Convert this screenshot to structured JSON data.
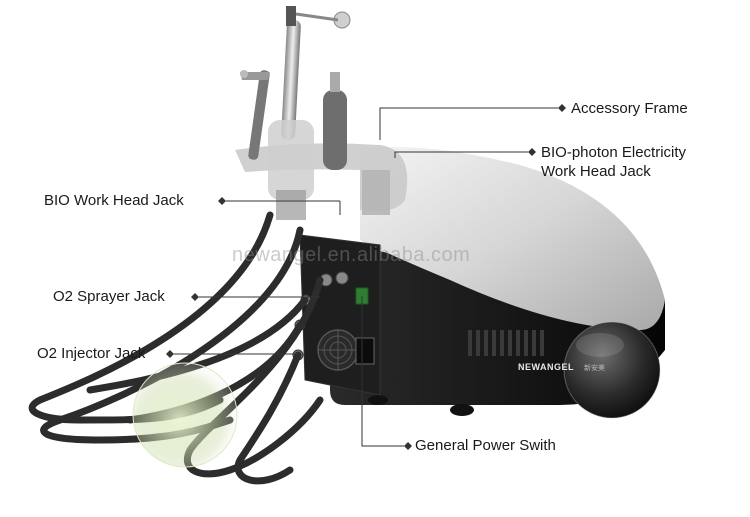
{
  "image": {
    "watermark": "newangel.en.alibaba.com",
    "brand_logo": "NEWANGEL",
    "brand_logo_sub": "新安美",
    "colors": {
      "body_dark": "#1b1b1b",
      "body_shell": "#d9d9d9",
      "leader_line": "#333333",
      "accent_led": "#5fd35f"
    }
  },
  "callouts": {
    "accessory_frame": "Accessory Frame",
    "bio_photon_line1": "BIO-photon Electricity",
    "bio_photon_line2": "Work Head Jack",
    "bio_work_head_jack": "BIO Work Head Jack",
    "o2_sprayer_jack": "O2 Sprayer Jack",
    "o2_injector_jack": "O2 Injector Jack",
    "general_power_switch": "General Power Swith"
  }
}
